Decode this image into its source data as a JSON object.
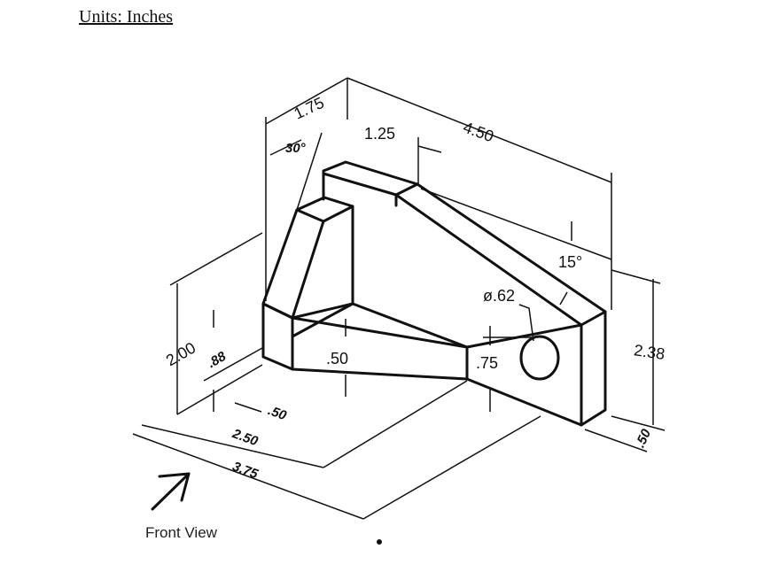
{
  "header": {
    "units_label": "Units: Inches"
  },
  "drawing": {
    "dimensions": {
      "d_1_75": "1.75",
      "d_30": "30°",
      "d_1_25": "1.25",
      "d_4_50": "4.50",
      "d_15": "15°",
      "d_dia_62": "ø.62",
      "d_2_00": "2.00",
      "d_88": ".88",
      "d_50_mid": ".50",
      "d_75": ".75",
      "d_2_38": "2.38",
      "d_50_base": ".50",
      "d_2_50": "2.50",
      "d_3_75": "3.75",
      "d_50_right": ".50"
    }
  },
  "footer": {
    "front_view_label": "Front View"
  }
}
